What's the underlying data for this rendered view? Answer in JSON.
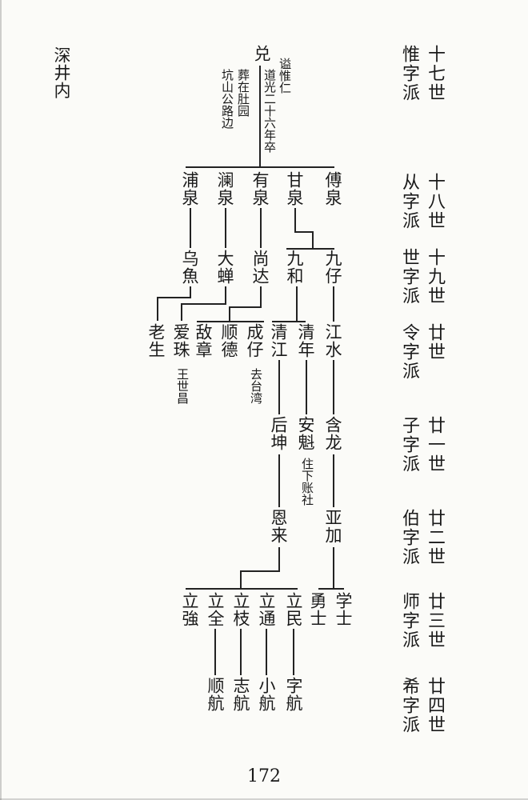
{
  "place": "深井内",
  "page_number": "172",
  "generations": [
    {
      "gen": "十七世",
      "pai": "惟字派"
    },
    {
      "gen": "十八世",
      "pai": "从字派"
    },
    {
      "gen": "十九世",
      "pai": "世字派"
    },
    {
      "gen": "廿世",
      "pai": "令字派"
    },
    {
      "gen": "廿一世",
      "pai": "子字派"
    },
    {
      "gen": "廿二世",
      "pai": "伯字派"
    },
    {
      "gen": "廿三世",
      "pai": "师字派"
    },
    {
      "gen": "廿四世",
      "pai": "希字派"
    }
  ],
  "root": {
    "name": "兑",
    "note_posthumous": "谥惟仁",
    "note_death": "道光二十六年卒",
    "note_burial_1": "葬在肚园",
    "note_burial_2": "坑山公路边"
  },
  "gen18": [
    "傅泉",
    "甘泉",
    "有泉",
    "澜泉",
    "浦泉"
  ],
  "gen19": [
    "九仔",
    "九和",
    "尚达",
    "大蝉",
    "乌魚"
  ],
  "gen20": [
    "江水",
    "清年",
    "清江",
    "成仔",
    "顺德",
    "敌章",
    "爱珠",
    "老生"
  ],
  "gen20_notes": {
    "chengzai": "去台湾",
    "aizhu": "王世昌"
  },
  "gen21": [
    "含龙",
    "安魁",
    "后坤"
  ],
  "gen21_notes": {
    "ankui": "住下账社"
  },
  "gen22": [
    "亚加",
    "恩来"
  ],
  "gen23": [
    "学士",
    "勇士",
    "立民",
    "立通",
    "立枝",
    "立全",
    "立強"
  ],
  "gen24": [
    "字航",
    "小航",
    "志航",
    "顺航"
  ]
}
